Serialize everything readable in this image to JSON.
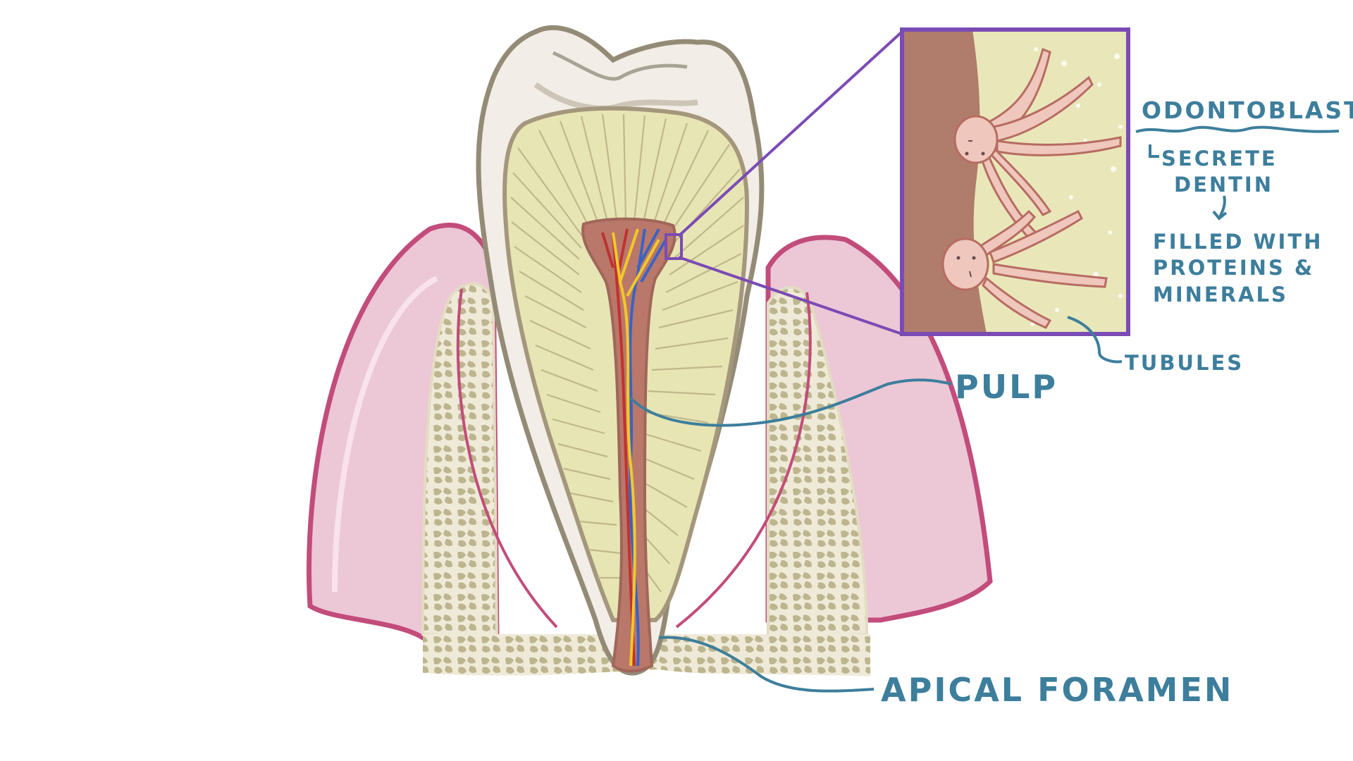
{
  "labels": {
    "odontoblasts": "ODONTOBLASTS",
    "secrete": "SECRETE",
    "dentin": "DENTIN",
    "filled_with": "FILLED WITH",
    "proteins": "PROTEINS &",
    "minerals": "MINERALS",
    "tubules": "TUBULES",
    "pulp": "PULP",
    "apical_foramen": "APICAL FORAMEN"
  },
  "colors": {
    "label": "#3d7e9c",
    "inset_frame": "#7b4bb4",
    "gum": "#c24c7b",
    "gum_fill": "#ecc7d6",
    "enamel": "#f2ede6",
    "dentin": "#e7e5b4",
    "pulp": "#b9786a",
    "bone": "#bcb58d",
    "artery": "#c0322f",
    "vein": "#3a62c4",
    "nerve": "#f2c82a"
  }
}
